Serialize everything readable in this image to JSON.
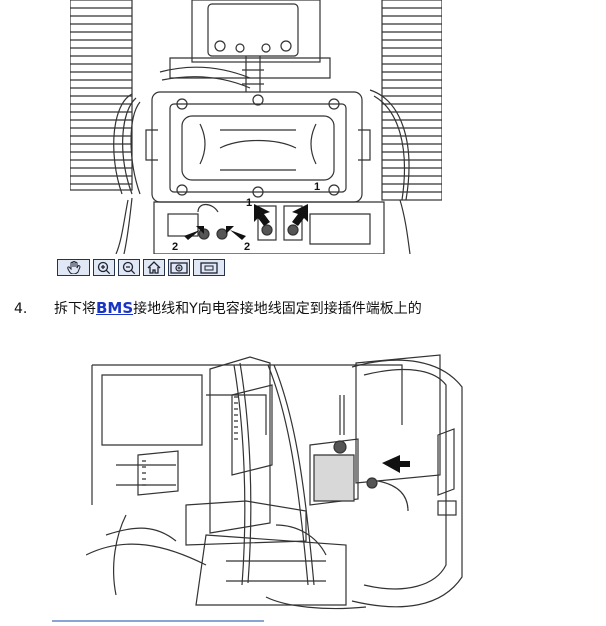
{
  "figure_top": {
    "callouts": [
      "1",
      "1",
      "2",
      "2"
    ]
  },
  "toolbar": {
    "buttons": [
      {
        "icon": "hand-pan-icon"
      },
      {
        "icon": "zoom-in-icon"
      },
      {
        "icon": "zoom-out-icon"
      },
      {
        "icon": "home-icon"
      },
      {
        "icon": "zoom-window-icon"
      },
      {
        "icon": "fit-window-icon"
      }
    ]
  },
  "step": {
    "number": "4.",
    "text_before": "拆下将",
    "link_text": "BMS",
    "text_after": "接地线和Y向电容接地线固定到接插件端板上的"
  },
  "colors": {
    "link": "#1a35c4",
    "toolbar_bg": "#dfe8f4",
    "toolbar_border": "#25334f"
  }
}
